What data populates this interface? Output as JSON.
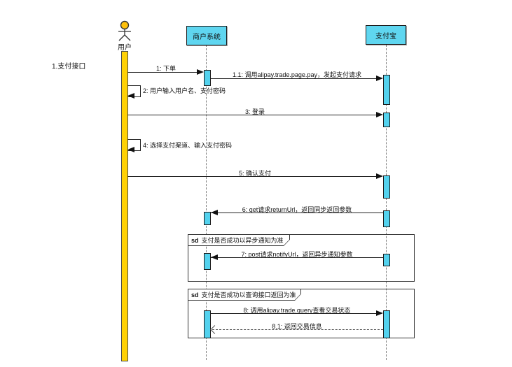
{
  "diagram": {
    "side_label": "1.支付接口",
    "actor": {
      "name": "用户"
    },
    "participants": [
      {
        "label": "商户系统"
      },
      {
        "label": "支付宝"
      }
    ],
    "messages": {
      "m1": "1: 下单",
      "m1_1": "1.1: 调用alipay.trade.page.pay，发起支付请求",
      "m2": "2: 用户输入用户名、支付密码",
      "m3": "3: 登录",
      "m4": "4: 选择支付渠道、输入支付密码",
      "m5": "5: 确认支付",
      "m6": "6: get请求returnUrl，返回同步返回参数",
      "m7": "7: post请求notifyUrl，返回异步通知参数",
      "m8": "8: 调用alipay.trade.query查看交易状态",
      "m8_1": "8.1: 返回交易信息"
    },
    "frames": [
      {
        "keyword": "sd",
        "title": "支付是否成功以异步通知为准"
      },
      {
        "keyword": "sd",
        "title": "支付是否成功以查询接口返回为准"
      }
    ],
    "colors": {
      "participant_fill": "#5fd6f0",
      "activation_fill": "#53d2ee",
      "actor_head": "#ffc10a",
      "user_activation": "#ffd104"
    }
  }
}
